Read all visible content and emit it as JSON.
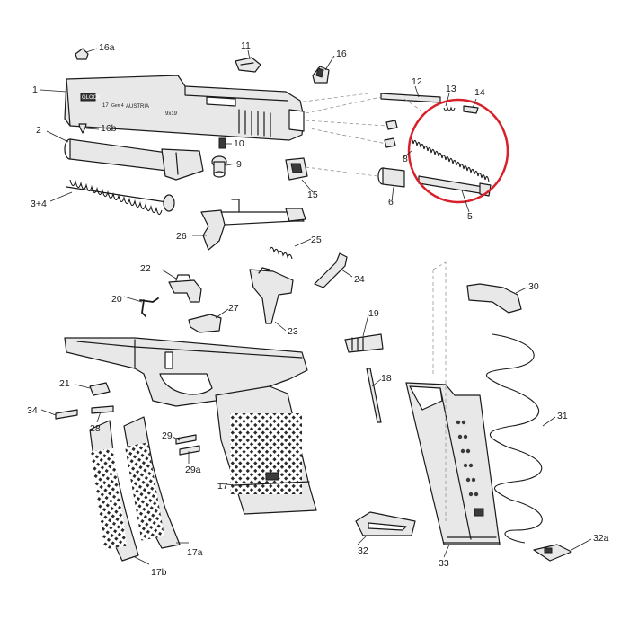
{
  "slide_markings": {
    "logo": "GLOCK",
    "model": "17",
    "gen": "Gen 4",
    "country": "AUSTRIA",
    "caliber": "9x19"
  },
  "part_labels": [
    {
      "id": "1",
      "text": "1"
    },
    {
      "id": "2",
      "text": "2"
    },
    {
      "id": "3+4",
      "text": "3+4"
    },
    {
      "id": "5",
      "text": "5"
    },
    {
      "id": "6",
      "text": "6"
    },
    {
      "id": "8",
      "text": "8"
    },
    {
      "id": "9",
      "text": "9"
    },
    {
      "id": "10",
      "text": "10"
    },
    {
      "id": "11",
      "text": "11"
    },
    {
      "id": "12",
      "text": "12"
    },
    {
      "id": "13",
      "text": "13"
    },
    {
      "id": "14",
      "text": "14"
    },
    {
      "id": "15",
      "text": "15"
    },
    {
      "id": "16",
      "text": "16"
    },
    {
      "id": "16a",
      "text": "16a"
    },
    {
      "id": "16b",
      "text": "16b"
    },
    {
      "id": "17",
      "text": "17"
    },
    {
      "id": "17a",
      "text": "17a"
    },
    {
      "id": "17b",
      "text": "17b"
    },
    {
      "id": "18",
      "text": "18"
    },
    {
      "id": "19",
      "text": "19"
    },
    {
      "id": "20",
      "text": "20"
    },
    {
      "id": "21",
      "text": "21"
    },
    {
      "id": "22",
      "text": "22"
    },
    {
      "id": "23",
      "text": "23"
    },
    {
      "id": "24",
      "text": "24"
    },
    {
      "id": "25",
      "text": "25"
    },
    {
      "id": "26",
      "text": "26"
    },
    {
      "id": "27",
      "text": "27"
    },
    {
      "id": "28",
      "text": "28"
    },
    {
      "id": "29",
      "text": "29"
    },
    {
      "id": "29a",
      "text": "29a"
    },
    {
      "id": "30",
      "text": "30"
    },
    {
      "id": "31",
      "text": "31"
    },
    {
      "id": "32",
      "text": "32"
    },
    {
      "id": "32a",
      "text": "32a"
    },
    {
      "id": "33",
      "text": "33"
    },
    {
      "id": "34",
      "text": "34"
    }
  ],
  "highlight_color": "#d8202a"
}
